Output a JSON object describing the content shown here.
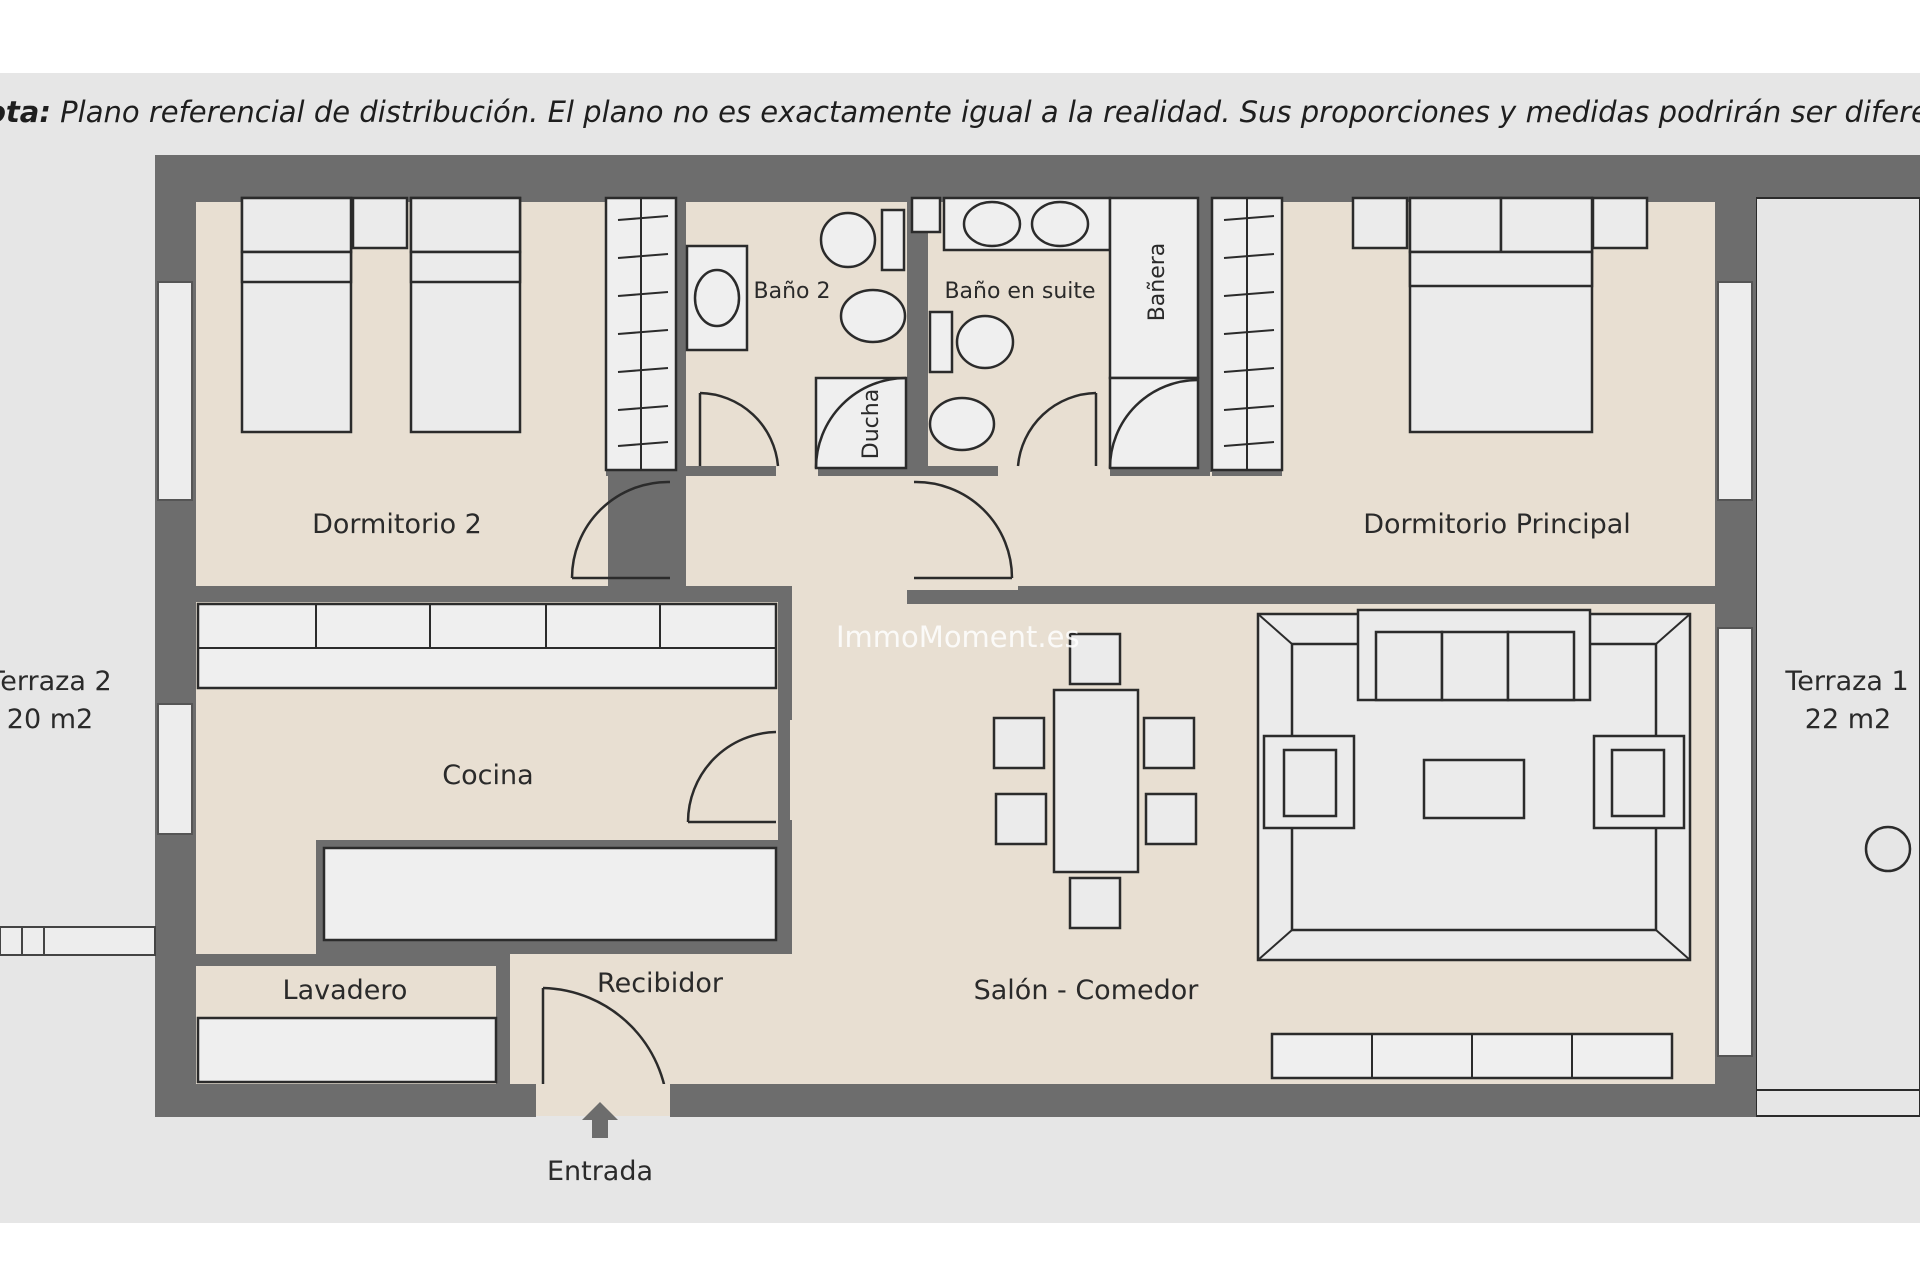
{
  "note": {
    "bold": "ota:",
    "text": " Plano referencial de distribución. El plano no es exactamente igual a la realidad. Sus proporciones y medidas podrirán ser diferent"
  },
  "rooms": {
    "dormitorio2": "Dormitorio 2",
    "bano2": "Baño 2",
    "ducha": "Ducha",
    "bano_suite": "Baño en suite",
    "banera": "Bañera",
    "dormitorio_principal": "Dormitorio Principal",
    "cocina": "Cocina",
    "lavadero": "Lavadero",
    "recibidor": "Recibidor",
    "salon": "Salón - Comedor",
    "terraza1_name": "Terraza 1",
    "terraza1_area": "22 m2",
    "terraza2_name": "Terraza 2",
    "terraza2_area": "20 m2",
    "entrada": "Entrada"
  },
  "watermark": "ImmoMoment.es",
  "colors": {
    "floor": "#e8dfd2",
    "wall": "#6d6d6d",
    "background": "#e6e6e6"
  }
}
